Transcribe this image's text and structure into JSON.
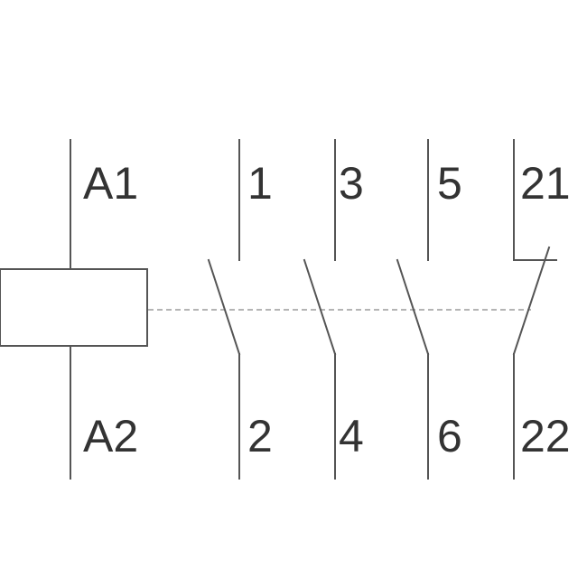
{
  "coil": {
    "top_terminal": "A1",
    "bottom_terminal": "A2"
  },
  "contacts": [
    {
      "top_terminal": "1",
      "bottom_terminal": "2",
      "type": "normally-open"
    },
    {
      "top_terminal": "3",
      "bottom_terminal": "4",
      "type": "normally-open"
    },
    {
      "top_terminal": "5",
      "bottom_terminal": "6",
      "type": "normally-open"
    },
    {
      "top_terminal": "21",
      "bottom_terminal": "22",
      "type": "normally-closed"
    }
  ],
  "colors": {
    "line": "#555555",
    "linkage": "#888888",
    "text": "#333333",
    "background": "#ffffff"
  }
}
